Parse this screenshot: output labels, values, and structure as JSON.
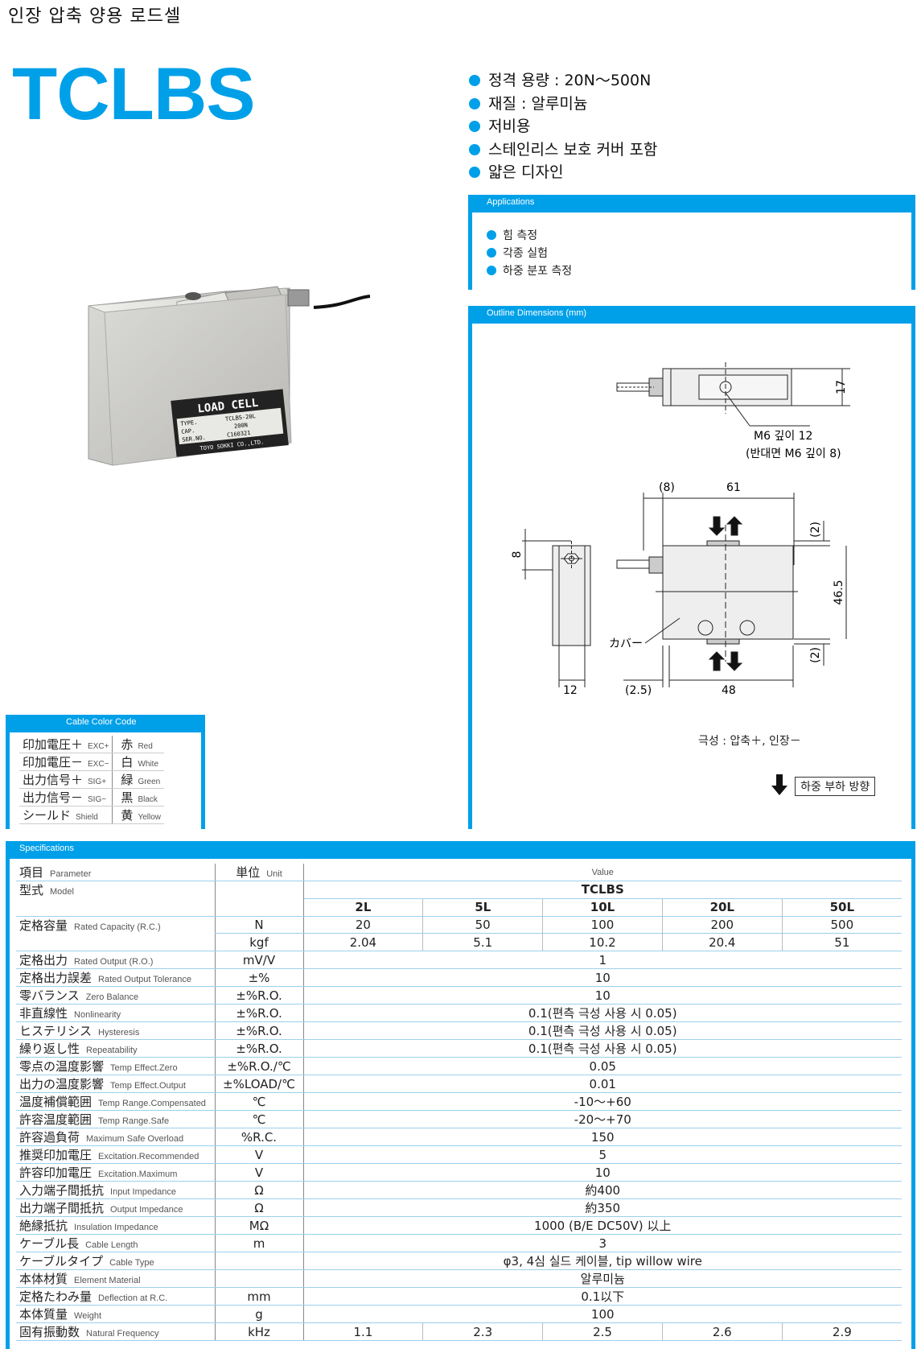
{
  "header": {
    "subtitle": "인장 압축 양용 로드셀",
    "model": "TCLBS"
  },
  "features": [
    "정격 용량 : 20N～500N",
    "재질 : 알루미늄",
    "저비용",
    "스테인리스 보호 커버 포함",
    "얇은 디자인"
  ],
  "applications": {
    "title": "Applications",
    "items": [
      "힘 측정",
      "각종 실험",
      "하중 분포 측정"
    ]
  },
  "photo": {
    "plate_title": "LOAD CELL",
    "type_label": "TYPE.",
    "type_value": "TCLBS-20L",
    "cap_label": "CAP.",
    "cap_value": "200N",
    "ser_label": "SER.NO.",
    "ser_value": "C160321",
    "maker": "TOYO SOKKI CO.,LTD."
  },
  "dimensions": {
    "title": "Outline Dimensions (mm)",
    "d17": "17",
    "m6_note": "M6 깊이 12",
    "m6_note2": "(반대면 M6 깊이 8)",
    "d8top": "(8)",
    "d61": "61",
    "d2a": "(2)",
    "d8": "8",
    "d46_5": "46.5",
    "cover": "カバー",
    "d2b": "(2)",
    "d12": "12",
    "d2_5": "(2.5)",
    "d48": "48",
    "polarity": "극성 : 압축＋, 인장－",
    "load_direction": "하중 부하 방향"
  },
  "cable": {
    "title": "Cable Color Code",
    "rows": [
      {
        "jp": "印加電圧＋",
        "en": "EXC+",
        "color_jp": "赤",
        "color_en": "Red"
      },
      {
        "jp": "印加電圧－",
        "en": "EXC−",
        "color_jp": "白",
        "color_en": "White"
      },
      {
        "jp": "出力信号＋",
        "en": "SIG+",
        "color_jp": "緑",
        "color_en": "Green"
      },
      {
        "jp": "出力信号－",
        "en": "SIG−",
        "color_jp": "黒",
        "color_en": "Black"
      },
      {
        "jp": "シールド",
        "en": "Shield",
        "color_jp": "黄",
        "color_en": "Yellow"
      }
    ]
  },
  "specs": {
    "title": "Specifications",
    "head_param_jp": "項目",
    "head_param_en": "Parameter",
    "head_unit_jp": "単位",
    "head_unit_en": "Unit",
    "head_value": "Value",
    "model_jp": "型式",
    "model_en": "Model",
    "model_name": "TCLBS",
    "models": [
      "2L",
      "5L",
      "10L",
      "20L",
      "50L"
    ],
    "cap_jp": "定格容量",
    "cap_en": "Rated Capacity (R.C.)",
    "cap_unit1": "N",
    "cap_vals1": [
      "20",
      "50",
      "100",
      "200",
      "500"
    ],
    "cap_unit2": "kgf",
    "cap_vals2": [
      "2.04",
      "5.1",
      "10.2",
      "20.4",
      "51"
    ],
    "rows": [
      {
        "jp": "定格出力",
        "en": "Rated Output (R.O.)",
        "unit": "mV/V",
        "value": "1"
      },
      {
        "jp": "定格出力誤差",
        "en": "Rated Output Tolerance",
        "unit": "±%",
        "value": "10"
      },
      {
        "jp": "零バランス",
        "en": "Zero Balance",
        "unit": "±%R.O.",
        "value": "10"
      },
      {
        "jp": "非直線性",
        "en": "Nonlinearity",
        "unit": "±%R.O.",
        "value": "0.1(편측 극성 사용 시 0.05)"
      },
      {
        "jp": "ヒステリシス",
        "en": "Hysteresis",
        "unit": "±%R.O.",
        "value": "0.1(편측 극성 사용 시 0.05)"
      },
      {
        "jp": "繰り返し性",
        "en": "Repeatability",
        "unit": "±%R.O.",
        "value": "0.1(편측 극성 사용 시 0.05)"
      },
      {
        "jp": "零点の温度影響",
        "en": "Temp Effect.Zero",
        "unit": "±%R.O./℃",
        "value": "0.05"
      },
      {
        "jp": "出力の温度影響",
        "en": "Temp Effect.Output",
        "unit": "±%LOAD/℃",
        "value": "0.01"
      },
      {
        "jp": "温度補償範囲",
        "en": "Temp Range.Compensated",
        "unit": "℃",
        "value": "-10～+60"
      },
      {
        "jp": "許容温度範囲",
        "en": "Temp Range.Safe",
        "unit": "℃",
        "value": "-20～+70"
      },
      {
        "jp": "許容過負荷",
        "en": "Maximum Safe Overload",
        "unit": "%R.C.",
        "value": "150"
      },
      {
        "jp": "推奨印加電圧",
        "en": "Excitation.Recommended",
        "unit": "V",
        "value": "5"
      },
      {
        "jp": "許容印加電圧",
        "en": "Excitation.Maximum",
        "unit": "V",
        "value": "10"
      },
      {
        "jp": "入力端子間抵抗",
        "en": "Input Impedance",
        "unit": "Ω",
        "value": "約400"
      },
      {
        "jp": "出力端子間抵抗",
        "en": "Output Impedance",
        "unit": "Ω",
        "value": "約350"
      },
      {
        "jp": "絶縁抵抗",
        "en": "Insulation Impedance",
        "unit": "MΩ",
        "value": "1000 (B/E DC50V) 以上"
      },
      {
        "jp": "ケーブル長",
        "en": "Cable Length",
        "unit": "m",
        "value": "3"
      },
      {
        "jp": "ケーブルタイプ",
        "en": "Cable Type",
        "unit": "",
        "value": "φ3, 4심 실드 케이블, tip willow wire"
      },
      {
        "jp": "本体材質",
        "en": "Element Material",
        "unit": "",
        "value": "알루미늄"
      },
      {
        "jp": "定格たわみ量",
        "en": "Deflection at R.C.",
        "unit": "mm",
        "value": "0.1以下"
      },
      {
        "jp": "本体質量",
        "en": "Weight",
        "unit": "g",
        "value": "100"
      }
    ],
    "freq_jp": "固有振動数",
    "freq_en": "Natural Frequency",
    "freq_unit": "kHz",
    "freq_vals": [
      "1.1",
      "2.3",
      "2.5",
      "2.6",
      "2.9"
    ]
  }
}
